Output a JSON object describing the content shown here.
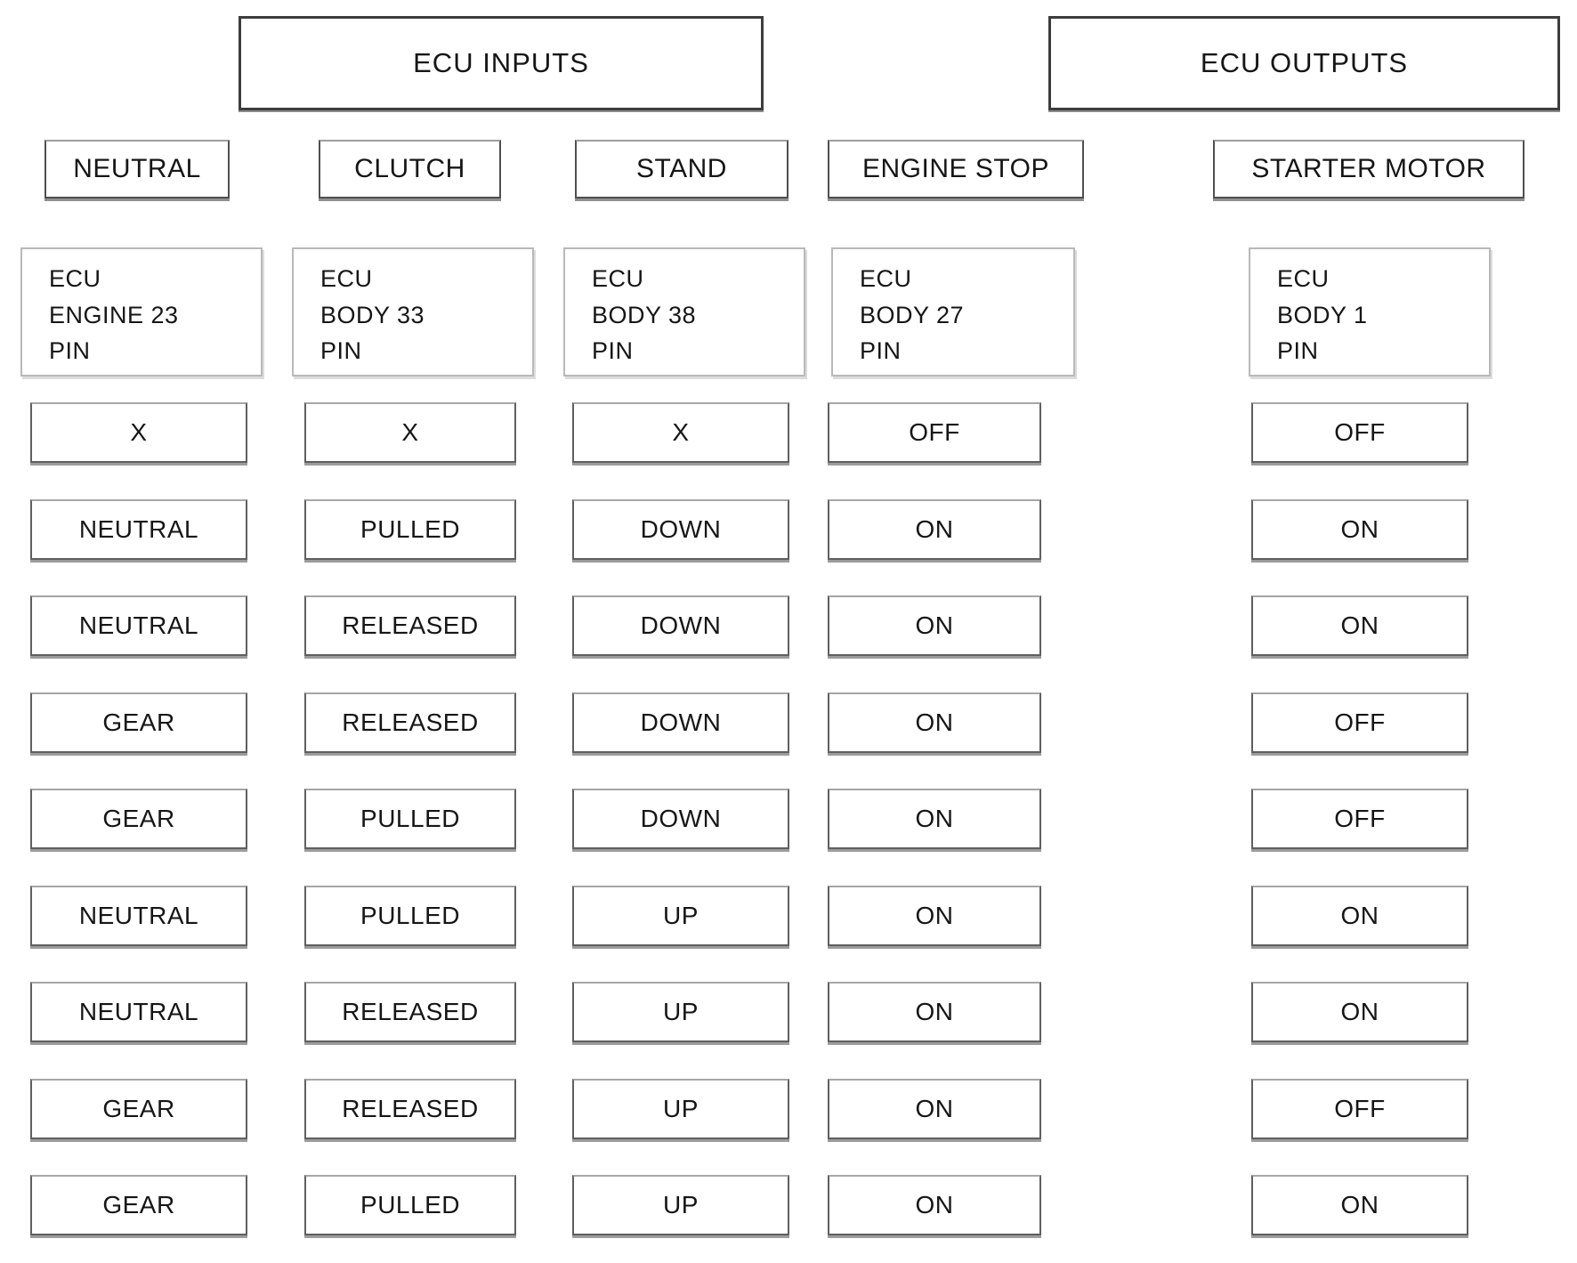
{
  "titles": {
    "inputs": "ECU INPUTS",
    "outputs": "ECU OUTPUTS"
  },
  "columns": [
    {
      "label": "NEUTRAL",
      "pin": "ECU\nENGINE 23\nPIN"
    },
    {
      "label": "CLUTCH",
      "pin": "ECU\nBODY 33\nPIN"
    },
    {
      "label": "STAND",
      "pin": "ECU\nBODY 38\nPIN"
    },
    {
      "label": "ENGINE STOP",
      "pin": "ECU\nBODY 27\nPIN"
    },
    {
      "label": "STARTER MOTOR",
      "pin": "ECU\nBODY 1\nPIN"
    }
  ],
  "rows": [
    [
      "X",
      "X",
      "X",
      "OFF",
      "OFF"
    ],
    [
      "NEUTRAL",
      "PULLED",
      "DOWN",
      "ON",
      "ON"
    ],
    [
      "NEUTRAL",
      "RELEASED",
      "DOWN",
      "ON",
      "ON"
    ],
    [
      "GEAR",
      "RELEASED",
      "DOWN",
      "ON",
      "OFF"
    ],
    [
      "GEAR",
      "PULLED",
      "DOWN",
      "ON",
      "OFF"
    ],
    [
      "NEUTRAL",
      "PULLED",
      "UP",
      "ON",
      "ON"
    ],
    [
      "NEUTRAL",
      "RELEASED",
      "UP",
      "ON",
      "ON"
    ],
    [
      "GEAR",
      "RELEASED",
      "UP",
      "ON",
      "OFF"
    ],
    [
      "GEAR",
      "PULLED",
      "UP",
      "ON",
      "ON"
    ]
  ],
  "colors": {
    "box_border_dark": "#3d3d3d",
    "box_border_medium": "#5f5f5f",
    "box_border_light": "#b9b9b9",
    "shadow": "#9c9c9c",
    "text": "#161616",
    "background": "#ffffff"
  }
}
